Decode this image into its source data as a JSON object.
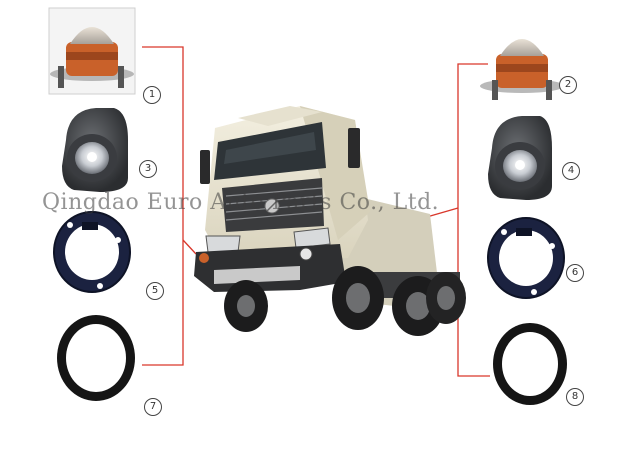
{
  "watermark": "Qingdao Euro Auto Parts Co., Ltd.",
  "callouts": {
    "n1": "1",
    "n2": "2",
    "n3": "3",
    "n4": "4",
    "n5": "5",
    "n6": "6",
    "n7": "7",
    "n8": "8"
  },
  "colors": {
    "leader_line": "#d9372b",
    "truck_body": "#ece7d4",
    "bumper": "#2e2f31",
    "ring_dark": "#151515",
    "bracket_blue": "#1b2240",
    "lamp_amber": "#c9612a"
  }
}
